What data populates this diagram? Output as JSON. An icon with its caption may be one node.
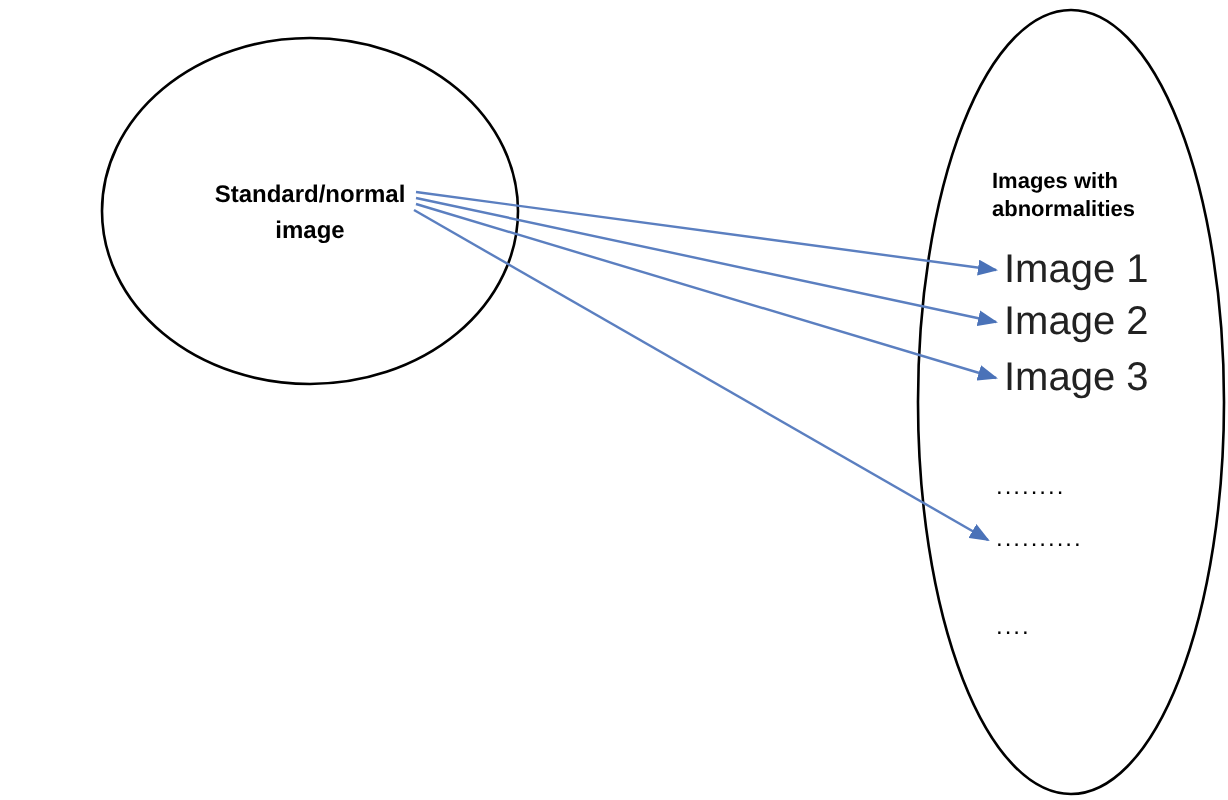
{
  "diagram": {
    "nodes": [
      {
        "text": [
          "Standard/normal image"
        ]
      },
      {
        "text": [
          "Images with abnormalities"
        ]
      },
      {
        "text": [
          "Image 1"
        ],
        "in": 1
      },
      {
        "text": [
          "Image 2"
        ],
        "in": 1
      },
      {
        "text": [
          "Image 3"
        ],
        "in": 1
      },
      {
        "text": [
          ".........."
        ],
        "in": 1
      }
    ],
    "edges": [
      {
        "from": 0,
        "to": 2,
        "arrow": "to"
      },
      {
        "from": 0,
        "to": 3,
        "arrow": "to"
      },
      {
        "from": 0,
        "to": 4,
        "arrow": "to"
      },
      {
        "from": 0,
        "to": 5,
        "arrow": "to"
      }
    ],
    "labels": [
      "........",
      "...."
    ]
  }
}
